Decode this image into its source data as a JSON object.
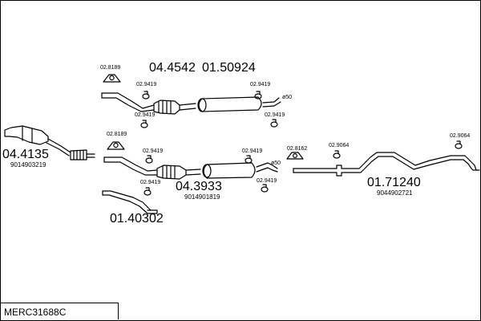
{
  "diagram": {
    "code": "MERC31688C",
    "parts": {
      "p_04_4542": "04.4542",
      "p_01_50924": "01.50924",
      "p_04_4135": "04.4135",
      "p_04_4135_sub": "9014903219",
      "p_04_3933": "04.3933",
      "p_04_3933_sub": "9014901819",
      "p_01_71240": "01.71240",
      "p_01_71240_sub": "9044902721",
      "p_01_40302": "01.40302"
    },
    "hardware": {
      "h_2_8189_a": "02.8189",
      "h_2_9419_a": "02.9419",
      "h_2_9419_b": "02.9419",
      "h_2_9419_c": "02.9419",
      "h_2_9419_d": "02.9419",
      "h_2_8189_b": "02.8189",
      "h_2_9419_e": "02.9419",
      "h_2_9419_f": "02.9419",
      "h_2_9419_g": "02.9419",
      "h_2_9419_h": "02.9419",
      "h_2_8162": "02.8162",
      "h_2_9064_a": "02.9064",
      "h_2_9064_b": "02.9064"
    },
    "diameters": {
      "d_top": "ø50",
      "d_mid": "ø50"
    }
  }
}
